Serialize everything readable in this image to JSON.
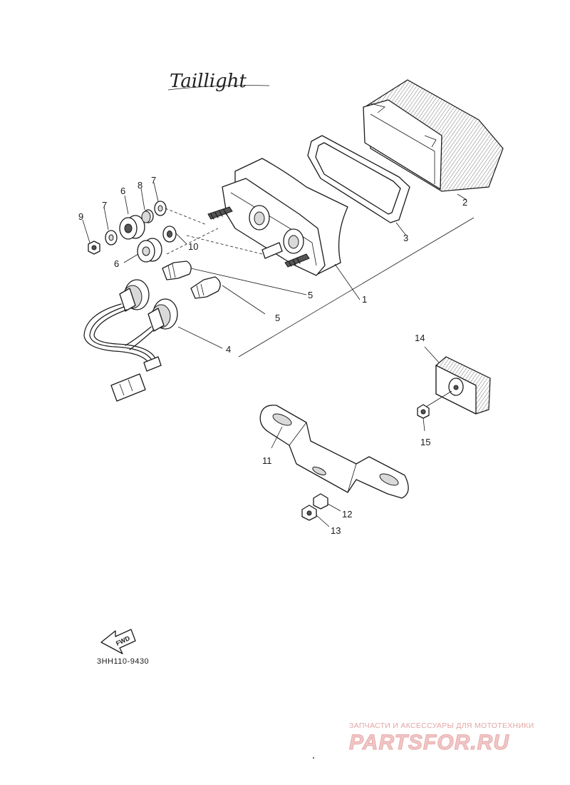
{
  "title": "Taillight",
  "diagram_code": "3HH110-9430",
  "fwd_label": "FWD",
  "watermark": {
    "tagline": "ЗАПЧАСТИ И АКСЕССУАРЫ ДЛЯ МОТОТЕХНИКИ",
    "site": "PARTSFOR.RU"
  },
  "callouts": [
    {
      "id": "c1",
      "text": "1"
    },
    {
      "id": "c2",
      "text": "2"
    },
    {
      "id": "c3",
      "text": "3"
    },
    {
      "id": "c4",
      "text": "4"
    },
    {
      "id": "c5a",
      "text": "5"
    },
    {
      "id": "c5b",
      "text": "5"
    },
    {
      "id": "c6a",
      "text": "6"
    },
    {
      "id": "c6b",
      "text": "6"
    },
    {
      "id": "c7a",
      "text": "7"
    },
    {
      "id": "c7b",
      "text": "7"
    },
    {
      "id": "c8",
      "text": "8"
    },
    {
      "id": "c9",
      "text": "9"
    },
    {
      "id": "c10",
      "text": "10"
    },
    {
      "id": "c11",
      "text": "11"
    },
    {
      "id": "c12",
      "text": "12"
    },
    {
      "id": "c13",
      "text": "13"
    },
    {
      "id": "c14",
      "text": "14"
    },
    {
      "id": "c15",
      "text": "15"
    }
  ]
}
